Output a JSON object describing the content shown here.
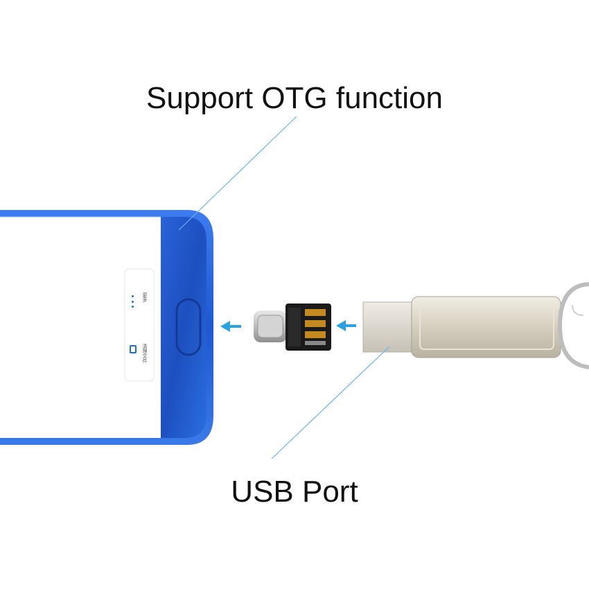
{
  "labels": {
    "top": "Support OTG function",
    "bottom": "USB Port"
  },
  "phone_ui": {
    "more_label": "更多",
    "clean_label": "清理文件",
    "more_icon": "three-dots-icon",
    "clean_icon": "clean-files-icon"
  },
  "colors": {
    "phone_frame": "#1f5fd6",
    "phone_screen_blue": "#2458c8",
    "leader_line": "#6ab4e8",
    "arrow": "#29a3df",
    "adapter_body": "#1a1a1a",
    "adapter_metal": "#c9c9c9",
    "usb_metal": "#d8d2c4"
  }
}
